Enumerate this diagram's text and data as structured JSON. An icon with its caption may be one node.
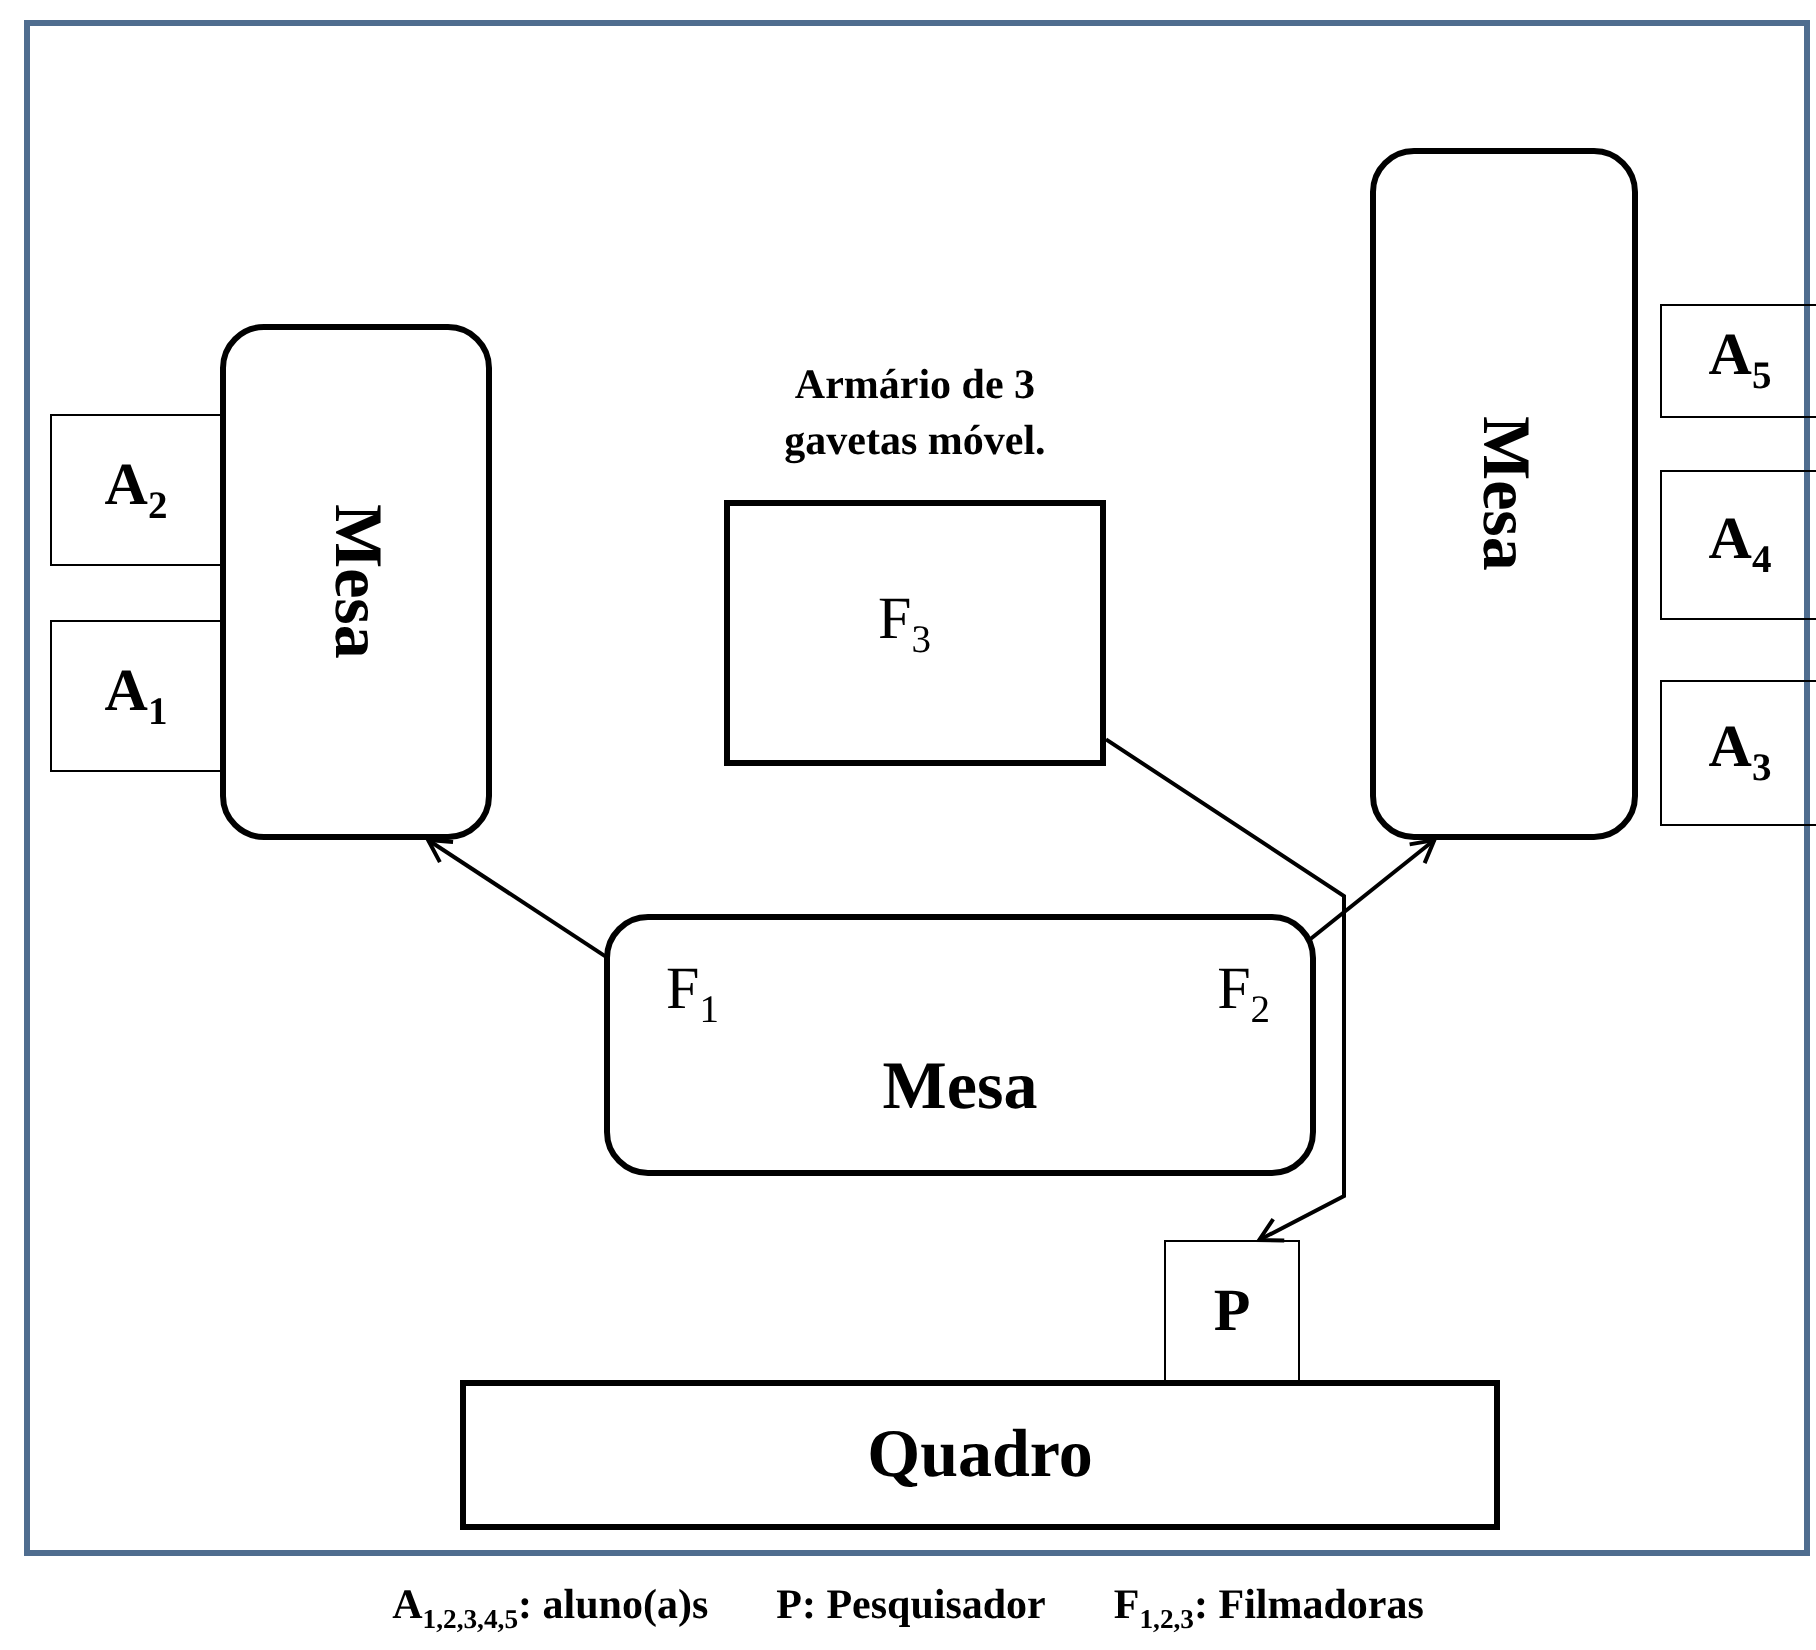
{
  "diagram": {
    "nodes": [
      {
        "text": [
          "Mesa"
        ]
      },
      {
        "text": [
          "A$_{2}$"
        ]
      },
      {
        "text": [
          "A$_{1}$"
        ]
      },
      {
        "text": [
          "Armário de 3 gavetas móvel.",
          "F$_{3}$"
        ]
      },
      {
        "text": [
          "Mesa"
        ]
      },
      {
        "text": [
          "A$_{5}$"
        ]
      },
      {
        "text": [
          "A$_{4}$"
        ]
      },
      {
        "text": [
          "A$_{3}$"
        ]
      },
      {
        "text": [
          "F$_{1}$",
          "F$_{2}$",
          "Mesa"
        ]
      },
      {
        "text": [
          "P"
        ]
      },
      {
        "text": [
          "Quadro"
        ]
      }
    ],
    "edges": [
      {
        "from": 8,
        "to": 0,
        "arrow": "to"
      },
      {
        "from": 8,
        "to": 4,
        "arrow": "to"
      },
      {
        "from": 3,
        "to": 9,
        "arrow": "to"
      }
    ],
    "labels": [
      "A$_{1,2,3,4,5}$: aluno(a)s",
      "P: Pesquisador",
      "F$_{1,2,3}$: Filmadoras"
    ]
  }
}
